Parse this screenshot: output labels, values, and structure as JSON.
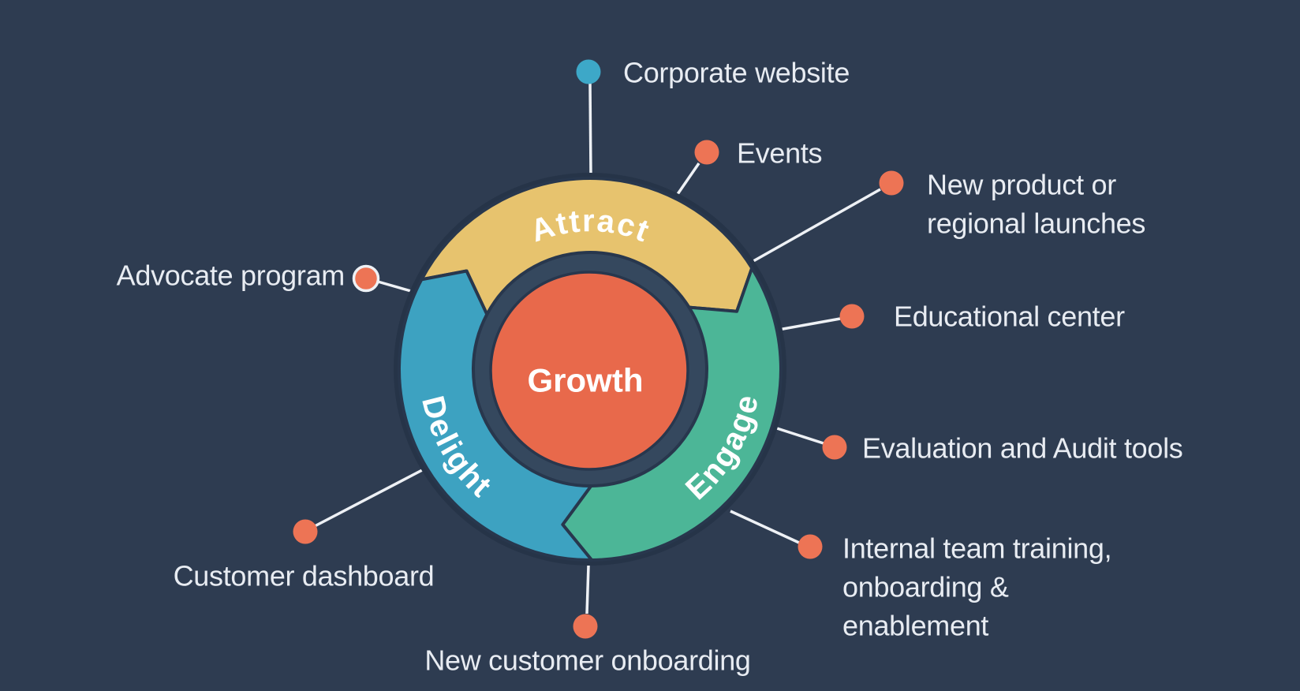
{
  "background_color": "#2e3c51",
  "connector_color": "#eef1f5",
  "label_color": "#e8ecf2",
  "flywheel": {
    "center_label": "Growth",
    "center_color": "#e8694b",
    "ring_color": "#35485e",
    "outline_color": "#28374d",
    "rim_color": "#263448",
    "segments": [
      {
        "label": "Attract",
        "color": "#e7c36e"
      },
      {
        "label": "Engage",
        "color": "#4cb697"
      },
      {
        "label": "Delight",
        "color": "#3da2c1"
      }
    ]
  },
  "spokes": [
    {
      "id": "corporate-website",
      "lines": [
        "Corporate website"
      ],
      "dot_color": "#3da8c8"
    },
    {
      "id": "events",
      "lines": [
        "Events"
      ],
      "dot_color": "#ed7455"
    },
    {
      "id": "new-product-launches",
      "lines": [
        "New product or",
        "regional launches"
      ],
      "dot_color": "#ed7455"
    },
    {
      "id": "educational-center",
      "lines": [
        "Educational center"
      ],
      "dot_color": "#ed7455"
    },
    {
      "id": "evaluation-audit-tools",
      "lines": [
        "Evaluation and Audit tools"
      ],
      "dot_color": "#ed7455"
    },
    {
      "id": "internal-team-training",
      "lines": [
        "Internal team training,",
        "onboarding &",
        "enablement"
      ],
      "dot_color": "#ed7455"
    },
    {
      "id": "new-customer-onboarding",
      "lines": [
        "New customer onboarding"
      ],
      "dot_color": "#ed7455"
    },
    {
      "id": "customer-dashboard",
      "lines": [
        "Customer dashboard"
      ],
      "dot_color": "#ed7455"
    },
    {
      "id": "advocate-program",
      "lines": [
        "Advocate program"
      ],
      "dot_color": "#ed7455",
      "dot_ring_color": "#eef1f5"
    }
  ]
}
